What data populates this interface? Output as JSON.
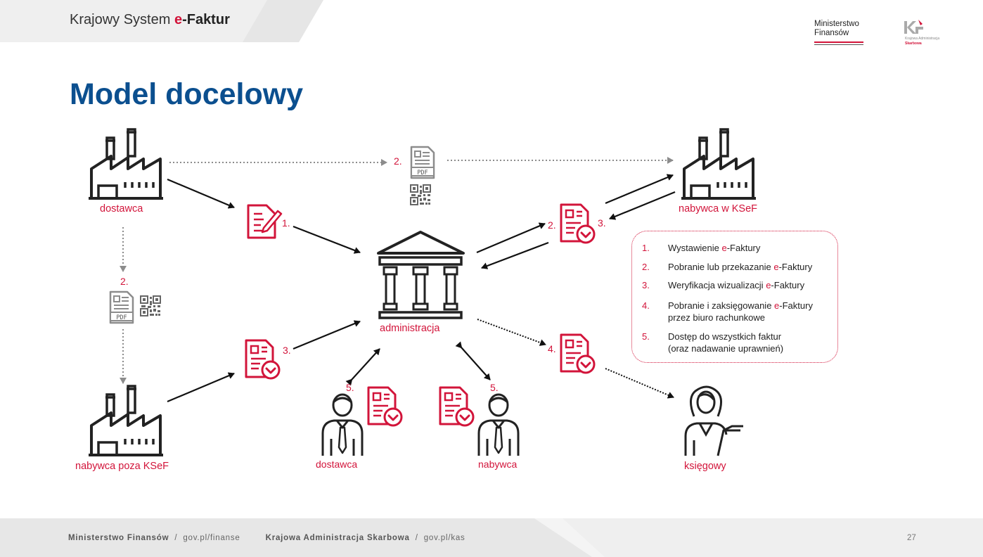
{
  "header": {
    "title_prefix": "Krajowy System ",
    "title_e": "e",
    "title_suffix": "-Faktur",
    "ministry_line1": "Ministerstwo",
    "ministry_line2": "Finansów",
    "kas_line1": "Krajowa Administracja",
    "kas_line2": "Skarbowa"
  },
  "page_title": "Model docelowy",
  "diagram": {
    "supplier": "dostawca",
    "buyer_ksef": "nabywca w KSeF",
    "buyer_outside": "nabywca poza KSeF",
    "administration": "administracja",
    "person_supplier": "dostawca",
    "person_buyer": "nabywca",
    "accountant": "księgowy",
    "pdf_label": "PDF",
    "steps": {
      "s1": "1.",
      "s2_top": "2.",
      "s2_left": "2.",
      "s2_right": "2.",
      "s3_right": "3.",
      "s3_left": "3.",
      "s4": "4.",
      "s5_left": "5.",
      "s5_right": "5."
    }
  },
  "legend": [
    {
      "num": "1.",
      "pre": "Wystawienie ",
      "hl": "e",
      "post": "-Faktury",
      "line2": ""
    },
    {
      "num": "2.",
      "pre": "Pobranie lub przekazanie ",
      "hl": "e",
      "post": "-Faktury",
      "line2": ""
    },
    {
      "num": "3.",
      "pre": "Weryfikacja wizualizacji ",
      "hl": "e",
      "post": "-Faktury",
      "line2": ""
    },
    {
      "num": "4.",
      "pre": "Pobranie i zaksięgowanie ",
      "hl": "e",
      "post": "-Faktury",
      "line2": "przez biuro rachunkowe"
    },
    {
      "num": "5.",
      "pre": "Dostęp do wszystkich faktur",
      "hl": "",
      "post": "",
      "line2": "(oraz nadawanie uprawnień)"
    }
  ],
  "footer": {
    "org1": "Ministerstwo Finansów",
    "url1": "gov.pl/finanse",
    "org2": "Krajowa Administracja Skarbowa",
    "url2": "gov.pl/kas",
    "sep": "/",
    "page": "27"
  },
  "colors": {
    "accent": "#d2143a",
    "title_blue": "#0b4f8f",
    "dark": "#222222",
    "grey": "#8c8c8c"
  }
}
